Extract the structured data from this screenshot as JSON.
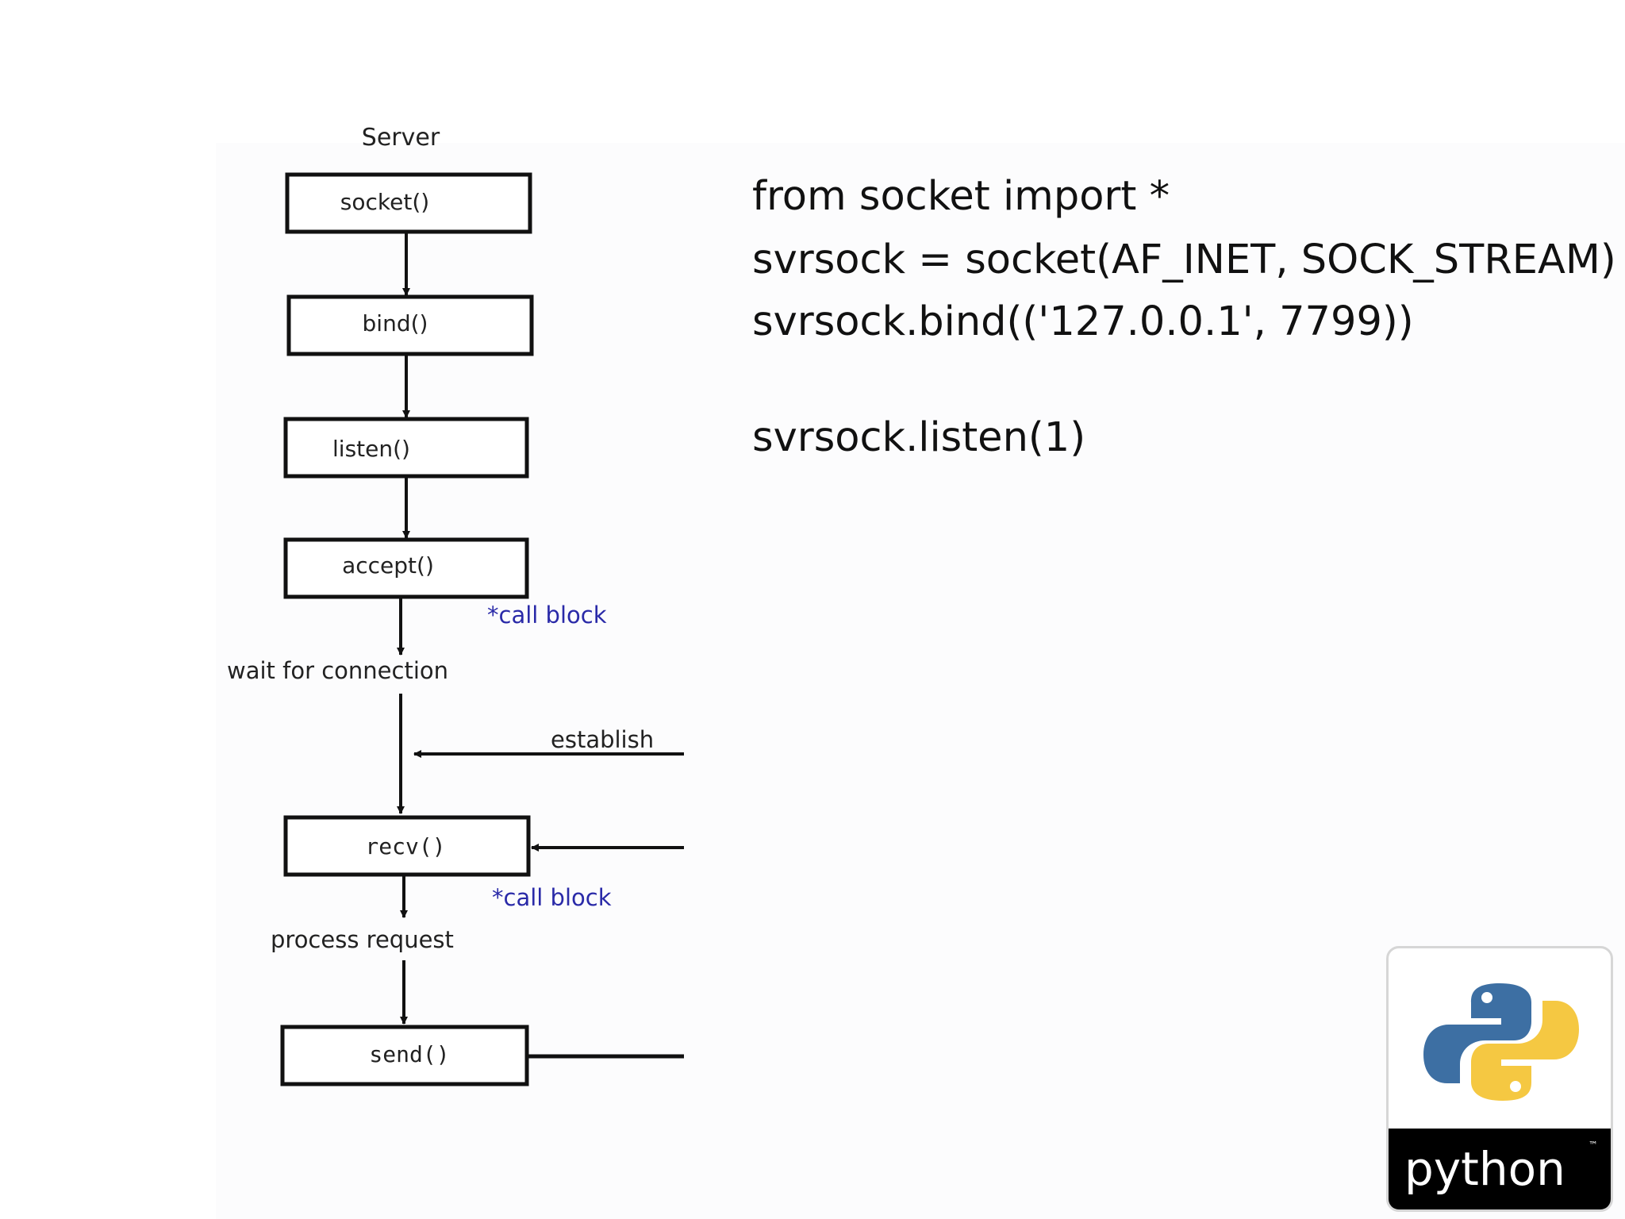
{
  "diagram": {
    "header": "Server",
    "steps": [
      {
        "id": "socket",
        "label": "socket()"
      },
      {
        "id": "bind",
        "label": "bind()"
      },
      {
        "id": "listen",
        "label": "listen()"
      },
      {
        "id": "accept",
        "label": "accept()"
      },
      {
        "id": "recv",
        "label": "recv()"
      },
      {
        "id": "send",
        "label": "send()"
      }
    ],
    "notes": {
      "accept_block": "*call block",
      "wait": "wait for connection",
      "establish": "establish",
      "recv_block": "*call block",
      "process": "process request"
    },
    "colors": {
      "box_stroke": "#111111",
      "text": "#222222",
      "note": "#2a2aa8"
    }
  },
  "code": {
    "lines": [
      "from socket import *",
      "svrsock = socket(AF_INET, SOCK_STREAM)",
      "svrsock.bind(('127.0.0.1', 7799))",
      "svrsock.listen(1)"
    ]
  },
  "logo": {
    "word": "python",
    "tm": "™",
    "colors": {
      "blue": "#3d6fa3",
      "yellow": "#f5c842",
      "band": "#000000"
    }
  }
}
